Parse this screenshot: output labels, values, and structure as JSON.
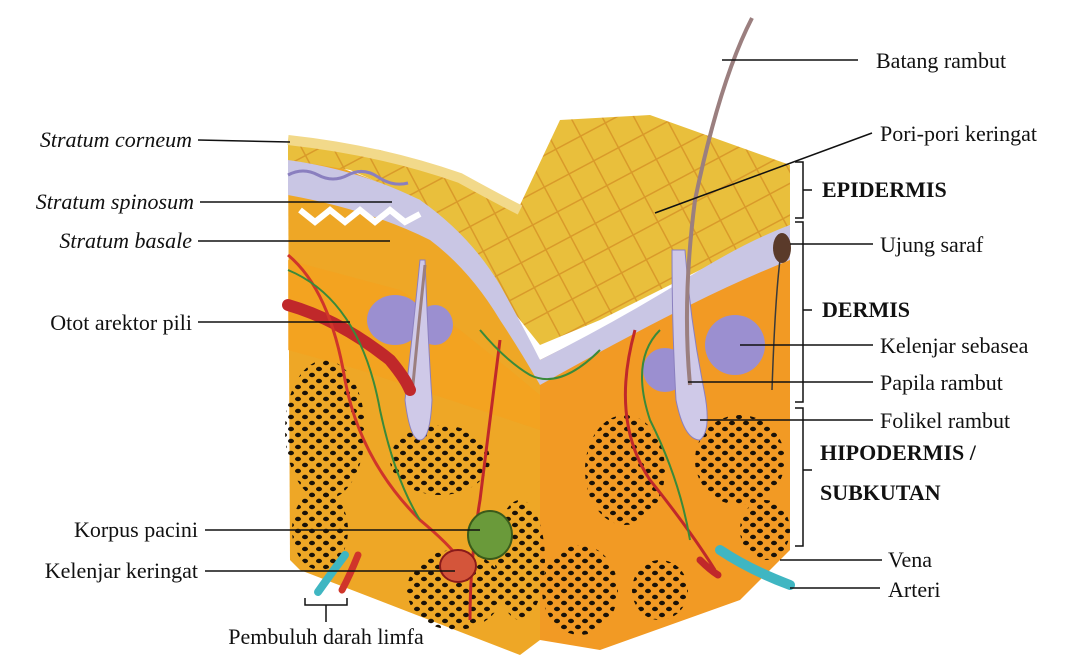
{
  "labels_left": {
    "stratum_corneum": "Stratum corneum",
    "stratum_spinosum": "Stratum spinosum",
    "stratum_basale": "Stratum basale",
    "otot_arektor_pili": "Otot arektor pili",
    "korpus_pacini": "Korpus pacini",
    "kelenjar_keringat": "Kelenjar keringat"
  },
  "labels_bottom": {
    "pembuluh_darah_limfa": "Pembuluh darah limfa"
  },
  "labels_right": {
    "batang_rambut": "Batang rambut",
    "pori_pori_keringat": "Pori-pori keringat",
    "ujung_saraf": "Ujung saraf",
    "kelenjar_sebasea": "Kelenjar sebasea",
    "papila_rambut": "Papila rambut",
    "folikel_rambut": "Folikel rambut",
    "vena": "Vena",
    "arteri": "Arteri"
  },
  "layers": {
    "epidermis": "EPIDERMIS",
    "dermis": "DERMIS",
    "hipodermis": "HIPODERMIS /",
    "subkutan": "SUBKUTAN"
  },
  "colors": {
    "surface": "#e2b640",
    "epidermis_layer": "#c9c6e4",
    "dermis": "#f29a24",
    "hypodermis": "#eea726",
    "fat_dots": "#1a1208",
    "artery": "#d0352a",
    "vein": "#3fb6c2",
    "nerve": "#3a8a3a",
    "gland": "#9b8fd0"
  }
}
